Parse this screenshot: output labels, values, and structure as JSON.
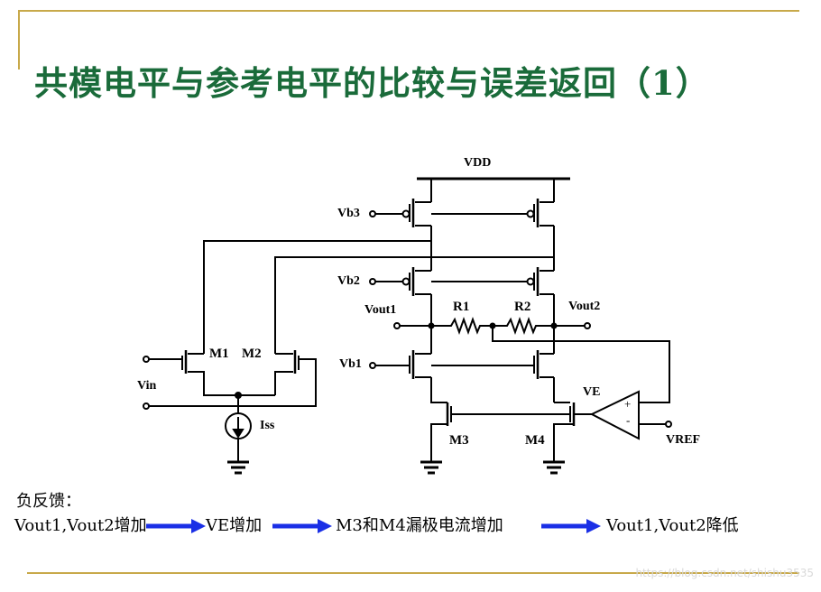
{
  "title": "共模电平与参考电平的比较与误差返回（1）",
  "labels": {
    "vdd": "VDD",
    "vb3": "Vb3",
    "vb2": "Vb2",
    "vb1": "Vb1",
    "vout1": "Vout1",
    "vout2": "Vout2",
    "r1": "R1",
    "r2": "R2",
    "m1": "M1",
    "m2": "M2",
    "m3": "M3",
    "m4": "M4",
    "vin": "Vin",
    "iss": "Iss",
    "ve": "VE",
    "vref": "VREF",
    "plus": "+",
    "minus": "-"
  },
  "feedback": {
    "label": "负反馈：",
    "step1": "Vout1,Vout2增加",
    "step2": "VE增加",
    "step3": "M3和M4漏极电流增加",
    "step4": "Vout1,Vout2降低"
  },
  "watermark": "https://blog.csdn.net/shishu3535",
  "colors": {
    "title": "#1a6b3a",
    "arrow": "#1a2fe6",
    "deco": "#c8a94a"
  }
}
